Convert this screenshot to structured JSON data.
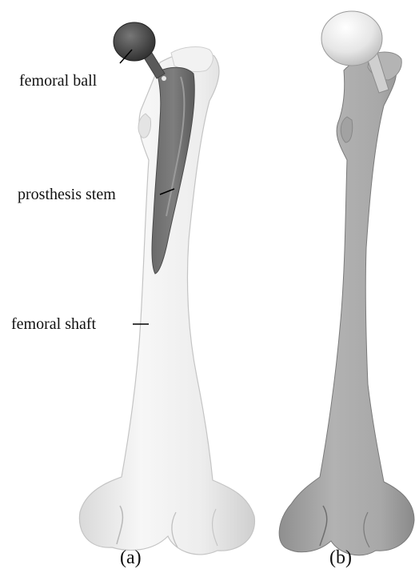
{
  "panels": [
    {
      "caption": "(a)",
      "annotations": {
        "femoral_ball": "femoral ball",
        "prosthesis_stem": "prosthesis stem",
        "femoral_shaft": "femoral shaft"
      }
    },
    {
      "caption": "(b)"
    }
  ]
}
